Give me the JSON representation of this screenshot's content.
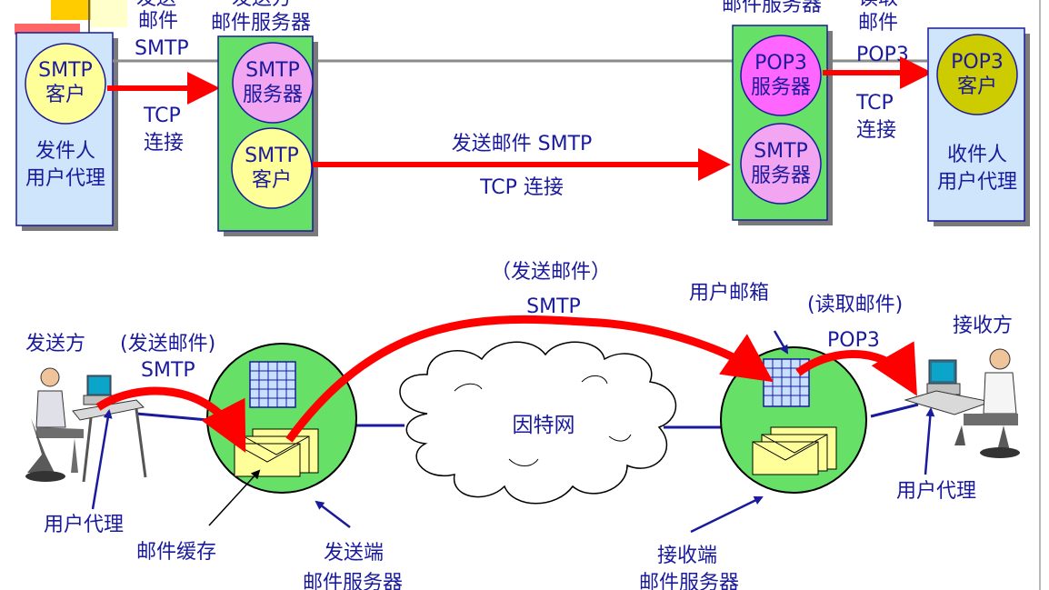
{
  "top": {
    "sender_ua": {
      "client_line1": "SMTP",
      "client_line2": "客户",
      "label_line1": "发件人",
      "label_line2": "用户代理"
    },
    "link_send_1": {
      "line1_partial": "发送",
      "line2": "邮件",
      "line3": "SMTP",
      "tcp1": "TCP",
      "tcp2": "连接"
    },
    "sending_server": {
      "title_line1_partial": "发送方",
      "title_line2": "邮件服务器",
      "server_line1": "SMTP",
      "server_line2": "服务器",
      "client_line1": "SMTP",
      "client_line2": "客户"
    },
    "link_send_2": {
      "line1": "发送邮件 SMTP",
      "line2": "TCP 连接"
    },
    "receiving_server": {
      "title_partial": "邮件服务器",
      "pop3_line1": "POP3",
      "pop3_line2": "服务器",
      "smtp_line1": "SMTP",
      "smtp_line2": "服务器"
    },
    "link_read": {
      "line1_partial": "读取",
      "line2": "邮件",
      "line3": "POP3",
      "tcp1": "TCP",
      "tcp2": "连接"
    },
    "receiver_ua": {
      "client_line1": "POP3",
      "client_line2": "客户",
      "label_line1": "收件人",
      "label_line2": "用户代理"
    }
  },
  "bottom": {
    "sender_label": "发送方",
    "send_mail_paren": "(发送邮件)",
    "send_mail_smtp": "SMTP",
    "long_send_paren": "（发送邮件）",
    "long_send_smtp": "SMTP",
    "mailbox_label": "用户邮箱",
    "read_mail_paren": "(读取邮件)",
    "read_mail_pop3": "POP3",
    "receiver_label": "接收方",
    "internet_label": "因特网",
    "ua_left": "用户代理",
    "ua_right": "用户代理",
    "mail_buffer": "邮件缓存",
    "send_server_line1": "发送端",
    "send_server_line2": "邮件服务器",
    "recv_server_line1": "接收端",
    "recv_server_line2": "邮件服务器"
  },
  "colors": {
    "text": "#1a1a9c",
    "arrow": "#ff0000",
    "server_box": "#66e066",
    "ua_box": "#cfe5fb",
    "client_circle": "#ffff99",
    "server_circle": "#f2a6f2",
    "pop3_server_circle": "#ff66ff",
    "pop3_client_circle": "#cccc00",
    "server_node": "#66e066"
  }
}
